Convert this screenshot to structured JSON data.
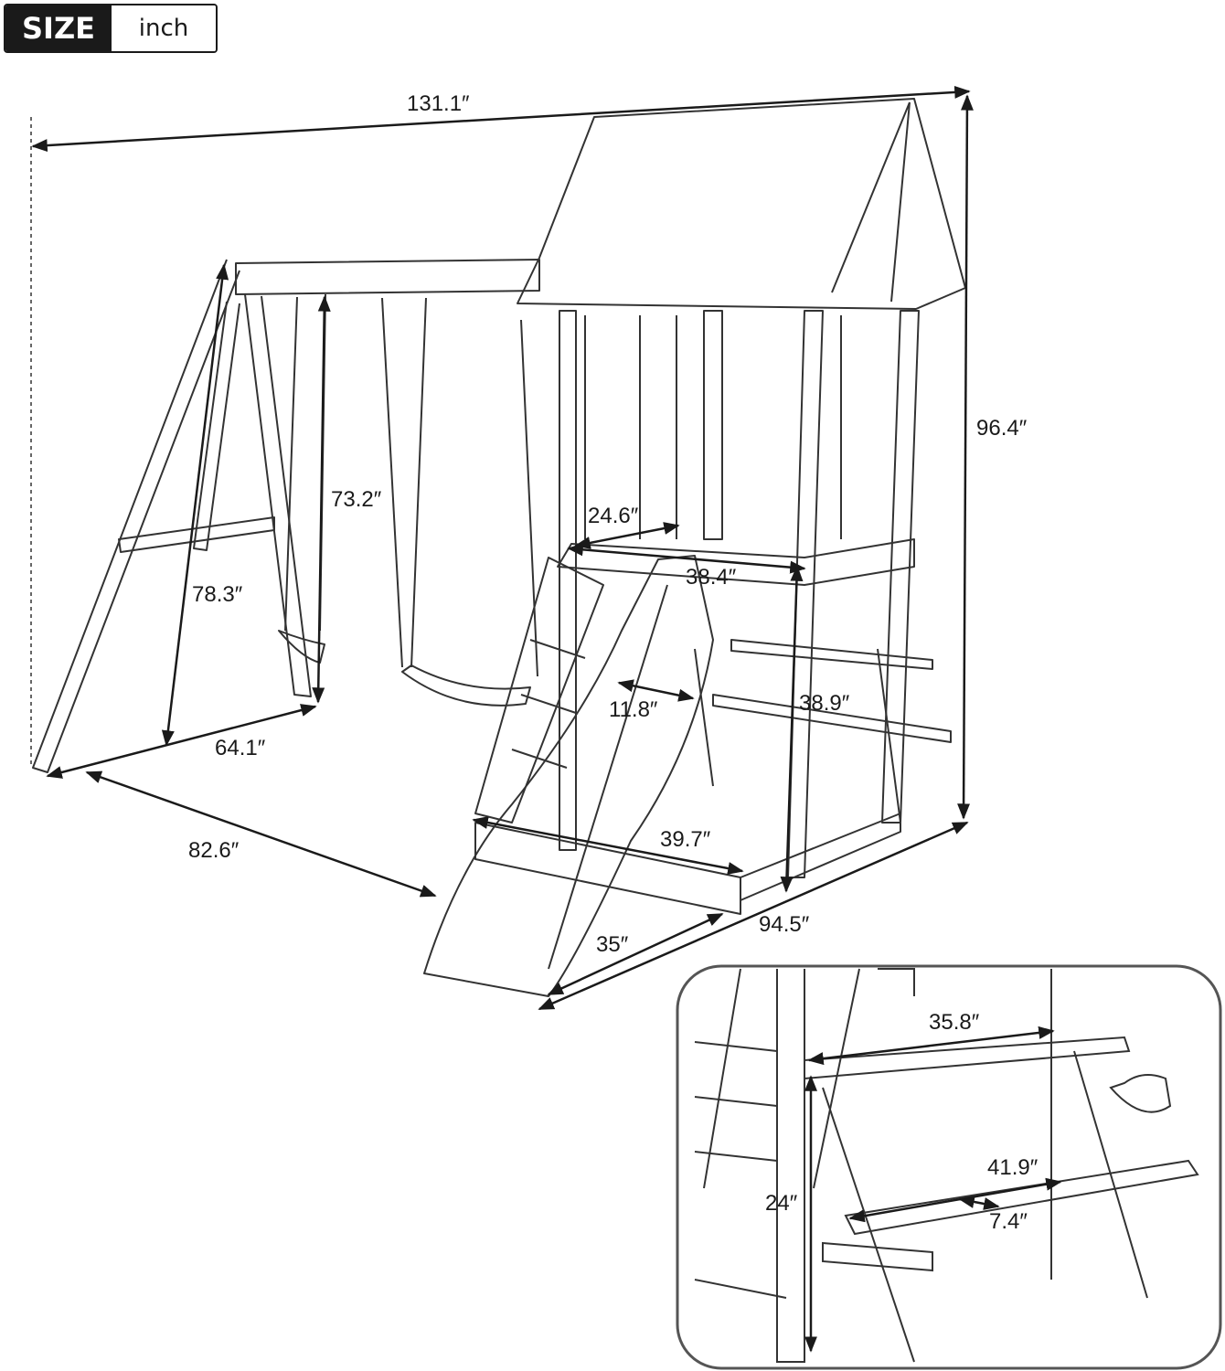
{
  "badge": {
    "label": "SIZE",
    "unit": "inch"
  },
  "dimensions": {
    "overall_width": "131.1″",
    "overall_height": "96.4″",
    "swing_height": "73.2″",
    "swing_frame_height": "78.3″",
    "deck_depth": "24.6″",
    "deck_width": "38.4″",
    "slide_width": "11.8″",
    "deck_height": "38.9″",
    "swing_frame_base": "64.1″",
    "swing_base_length": "82.6″",
    "slide_length": "39.7″",
    "slide_base": "35″",
    "tower_base": "94.5″"
  },
  "inset": {
    "table_length": "35.8″",
    "bench_length": "41.9″",
    "table_height": "24″",
    "bench_width": "7.4″"
  }
}
